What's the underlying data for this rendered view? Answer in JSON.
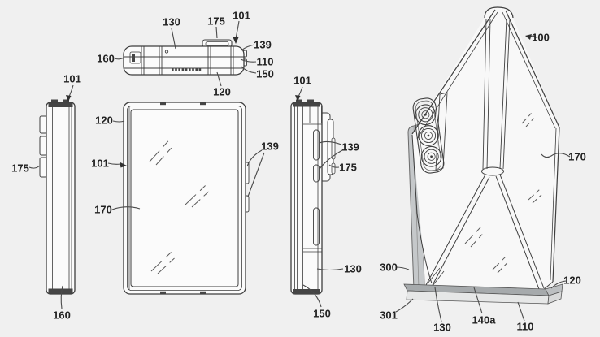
{
  "figure": {
    "kind": "patent-drawing-foldable-device",
    "background_color": "#f0f0f0",
    "line_color": "#3e3e3e",
    "label_color": "#222222",
    "stand_fill": "#c5c8ca",
    "base_top_fill": "#a6aaac",
    "labels": {
      "top_130": "130",
      "top_175": "175",
      "top_101": "101",
      "top_139": "139",
      "top_110": "110",
      "top_150": "150",
      "top_120": "120",
      "top_160": "160",
      "left_101": "101",
      "left_175": "175",
      "left_160": "160",
      "front_120": "120",
      "front_101": "101",
      "front_170": "170",
      "front_139": "139",
      "right_101": "101",
      "right_139": "139",
      "right_175": "175",
      "right_130": "130",
      "right_150": "150",
      "fold_100": "100",
      "fold_170": "170",
      "fold_300": "300",
      "fold_301": "301",
      "fold_130": "130",
      "fold_140a": "140a",
      "fold_110": "110",
      "fold_120": "120"
    }
  }
}
